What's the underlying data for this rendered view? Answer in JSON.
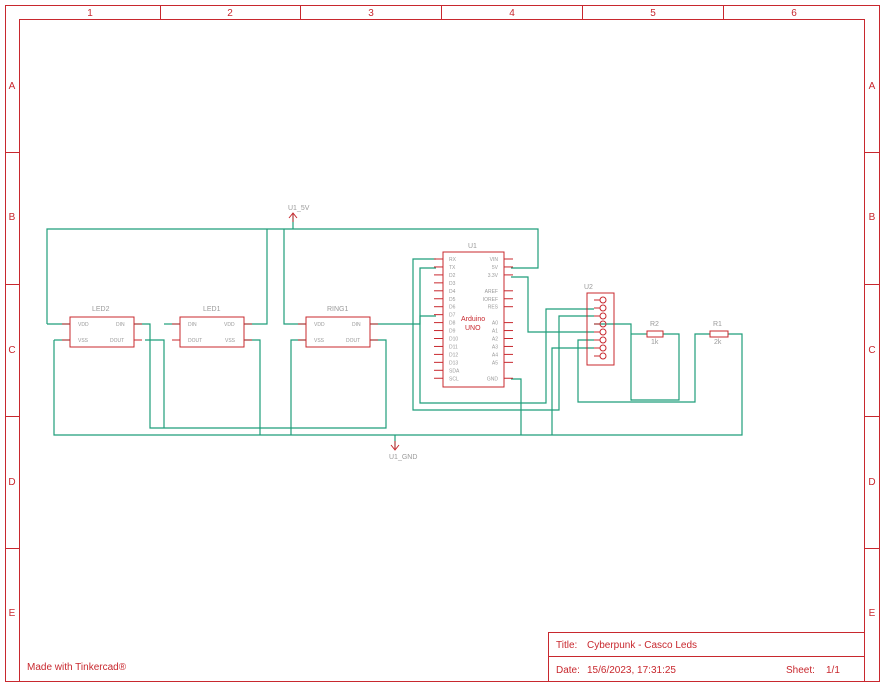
{
  "frame": {
    "columns": [
      "1",
      "2",
      "3",
      "4",
      "5",
      "6"
    ],
    "rows": [
      "A",
      "B",
      "C",
      "D",
      "E"
    ]
  },
  "nets": {
    "vcc": "U1_5V",
    "gnd": "U1_GND"
  },
  "components": {
    "led2": {
      "ref": "LED2",
      "pins": [
        "VDD",
        "DIN",
        "VSS",
        "DOUT"
      ]
    },
    "led1": {
      "ref": "LED1",
      "pins": [
        "DIN",
        "VDD",
        "DOUT",
        "VSS"
      ]
    },
    "ring1": {
      "ref": "RING1",
      "pins": [
        "VDD",
        "DIN",
        "VSS",
        "DOUT"
      ]
    },
    "u1": {
      "ref": "U1",
      "name_line1": "Arduino",
      "name_line2": "UNO",
      "left_pins": [
        "RX",
        "TX",
        "D2",
        "D3",
        "D4",
        "D5",
        "D6",
        "D7",
        "D8",
        "D9",
        "D10",
        "D11",
        "D12",
        "D13",
        "SDA",
        "SCL"
      ],
      "right_pins": [
        "VIN",
        "5V",
        "3.3V",
        "",
        "AREF",
        "IOREF",
        "RES",
        "",
        "A0",
        "A1",
        "A2",
        "A3",
        "A4",
        "A5",
        "",
        "GND"
      ]
    },
    "u2": {
      "ref": "U2"
    },
    "r2": {
      "ref": "R2",
      "value": "1k"
    },
    "r1": {
      "ref": "R1",
      "value": "2k"
    }
  },
  "title_block": {
    "title_label": "Title:",
    "title": "Cyberpunk - Casco Leds",
    "date_label": "Date:",
    "date": "15/6/2023, 17:31:25",
    "sheet_label": "Sheet:",
    "sheet": "1/1"
  },
  "credit": "Made with Tinkercad®",
  "colors": {
    "frame": "#c8282e",
    "wire": "#1f9e7a",
    "pin_text": "#9a9a9a"
  }
}
